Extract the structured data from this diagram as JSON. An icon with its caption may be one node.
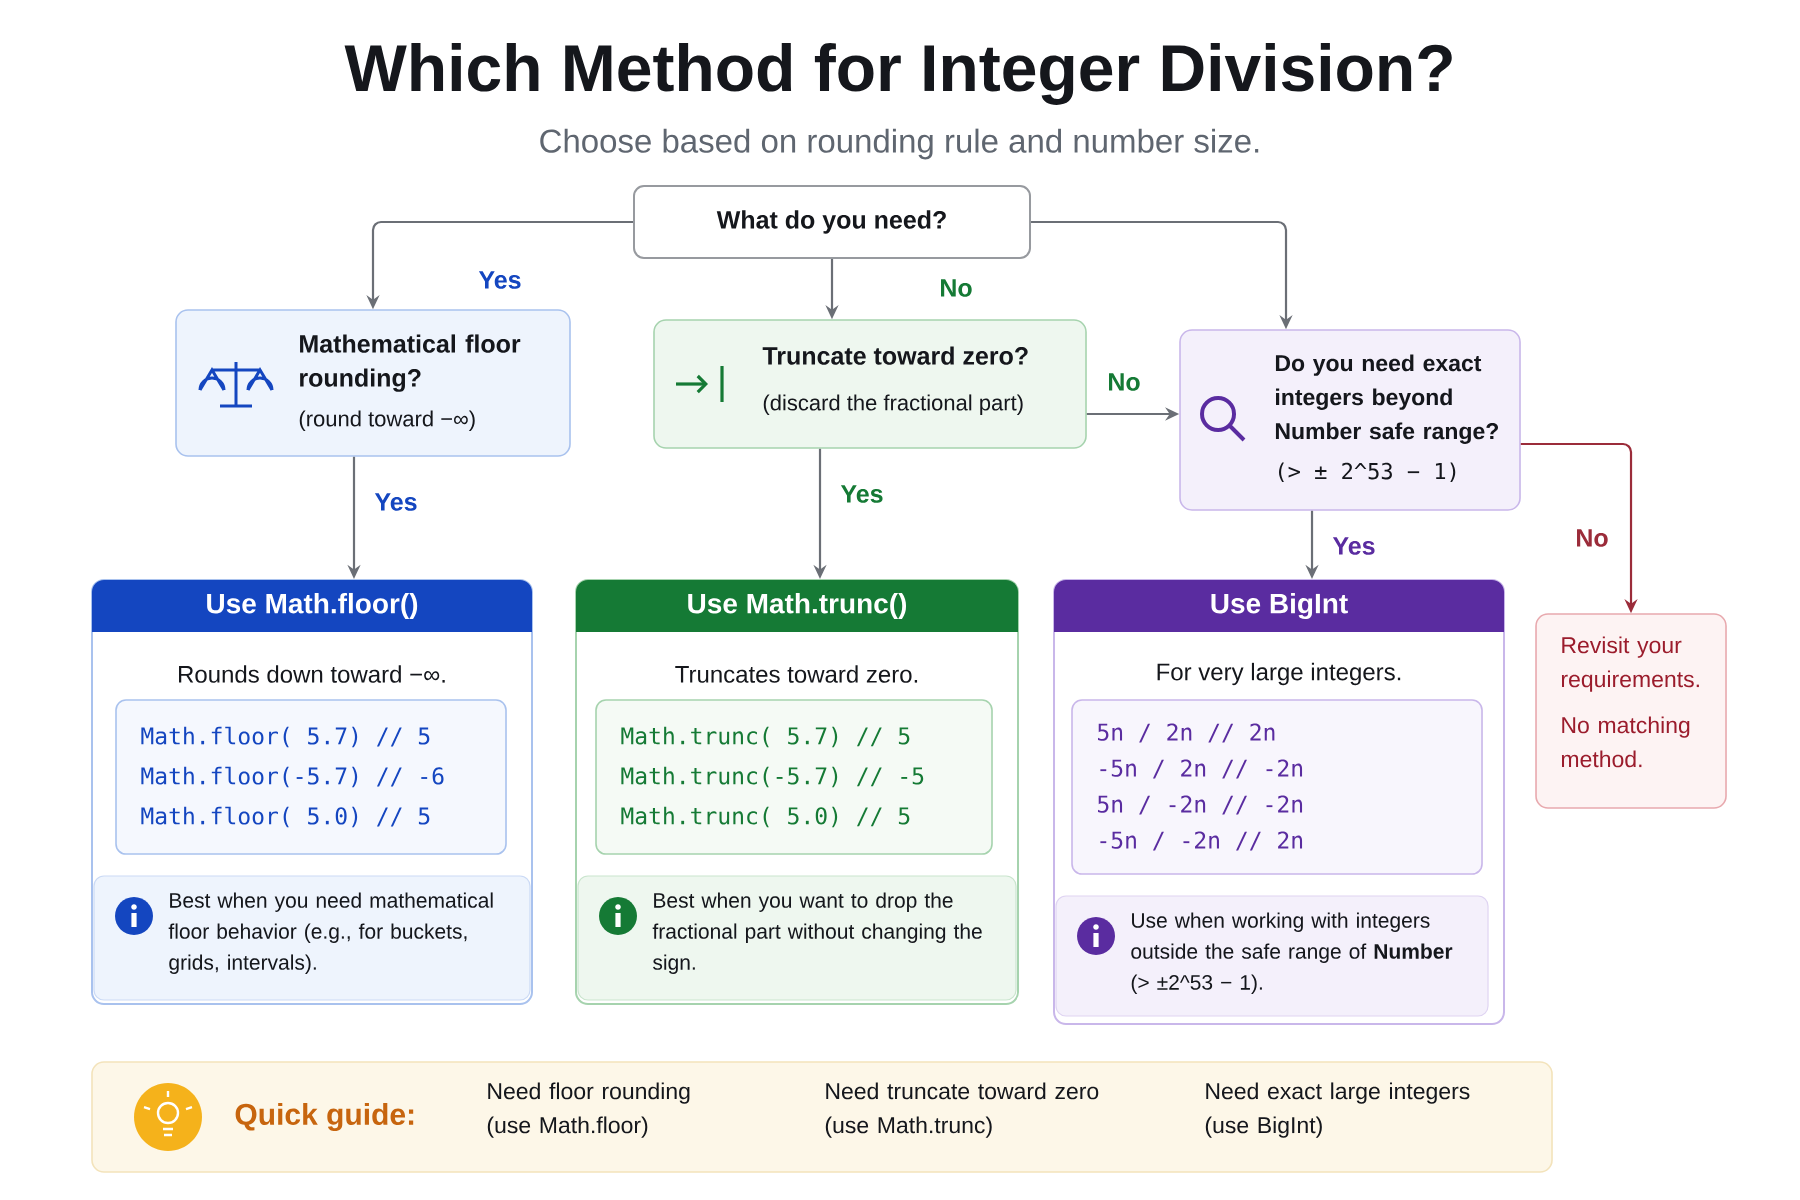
{
  "diagram": {
    "title": "Which Method for Integer Division?",
    "caption": "Choose based on rounding rule and number size.",
    "nodes": [
      {
        "text": [
          "What do you need?"
        ]
      },
      {
        "text": [
          "Mathematical floor rounding?",
          "(round toward −∞)"
        ]
      },
      {
        "text": [
          "Truncate toward zero?",
          "(discard the fractional part)"
        ]
      },
      {
        "text": [
          "Do you need exact integers beyond Number safe range?",
          "(> ± 2^53 − 1)"
        ]
      },
      {
        "text": [
          "Use Math.floor()",
          "Rounds down toward −∞."
        ]
      },
      {
        "text": [
          "Math.floor( 5.7) // 5",
          "Math.floor(-5.7) // -6",
          "Math.floor( 5.0) // 5"
        ],
        "in": 4
      },
      {
        "text": [
          "Best when you need mathematical floor behavior (e.g., for buckets, grids, intervals)."
        ],
        "in": 4
      },
      {
        "text": [
          "Use Math.trunc()",
          "Truncates toward zero."
        ]
      },
      {
        "text": [
          "Math.trunc( 5.7) // 5",
          "Math.trunc(-5.7) // -5",
          "Math.trunc( 5.0) // 5"
        ],
        "in": 7
      },
      {
        "text": [
          "Best when you want to drop the fractional part without changing the sign."
        ],
        "in": 7
      },
      {
        "text": [
          "Use BigInt",
          "For very large integers."
        ]
      },
      {
        "text": [
          "5n / 2n // 2n",
          "-5n / 2n // -2n",
          "5n / -2n // -2n",
          "-5n / -2n // 2n"
        ],
        "in": 10
      },
      {
        "text": [
          "Use when working with integers outside the safe range of **Number** (> ±2^53 − 1)."
        ],
        "in": 10
      },
      {
        "text": [
          "Revisit your requirements.",
          "No matching method."
        ]
      },
      {
        "text": [
          "Quick guide:",
          "Need floor rounding (use Math.floor)",
          "Need truncate toward zero (use Math.trunc)",
          "Need exact large integers (use BigInt)"
        ]
      }
    ],
    "edges": [
      {
        "from": 0,
        "to": 1,
        "arrow": "to",
        "label": "Yes"
      },
      {
        "from": 0,
        "to": 2,
        "arrow": "to",
        "label": "No"
      },
      {
        "from": 0,
        "to": 3,
        "arrow": "to"
      },
      {
        "from": 2,
        "to": 3,
        "arrow": "to",
        "label": "No"
      },
      {
        "from": 1,
        "to": 4,
        "arrow": "to",
        "label": "Yes"
      },
      {
        "from": 2,
        "to": 7,
        "arrow": "to",
        "label": "Yes"
      },
      {
        "from": 3,
        "to": 10,
        "arrow": "to",
        "label": "Yes"
      },
      {
        "from": 3,
        "to": 13,
        "arrow": "to",
        "label": "No",
        "color": "#9b2c3a"
      }
    ]
  }
}
